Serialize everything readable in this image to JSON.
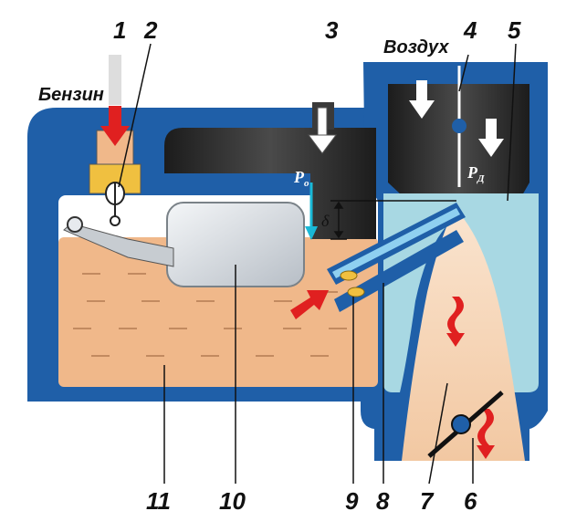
{
  "title": "Carburetor float chamber and mixing chamber diagram",
  "labels": {
    "fuel": "Бензин",
    "air": "Воздух",
    "p0": "P",
    "p0_sub": "o",
    "pd": "P",
    "pd_sub": "Д",
    "delta": "δ"
  },
  "callouts": [
    "1",
    "2",
    "3",
    "4",
    "5",
    "11",
    "10",
    "9",
    "8",
    "7",
    "6"
  ],
  "colors": {
    "body_blue": "#1f5fa8",
    "fuel": "#f0b88a",
    "mixture": "#f6d6b8",
    "venturi": "#a8d8e3",
    "float": "#d8dde3",
    "dark_wall": "#2b2b2b",
    "arrow_red": "#e02020",
    "arrow_white": "#ffffff",
    "arrow_cyan": "#19b8d6"
  }
}
